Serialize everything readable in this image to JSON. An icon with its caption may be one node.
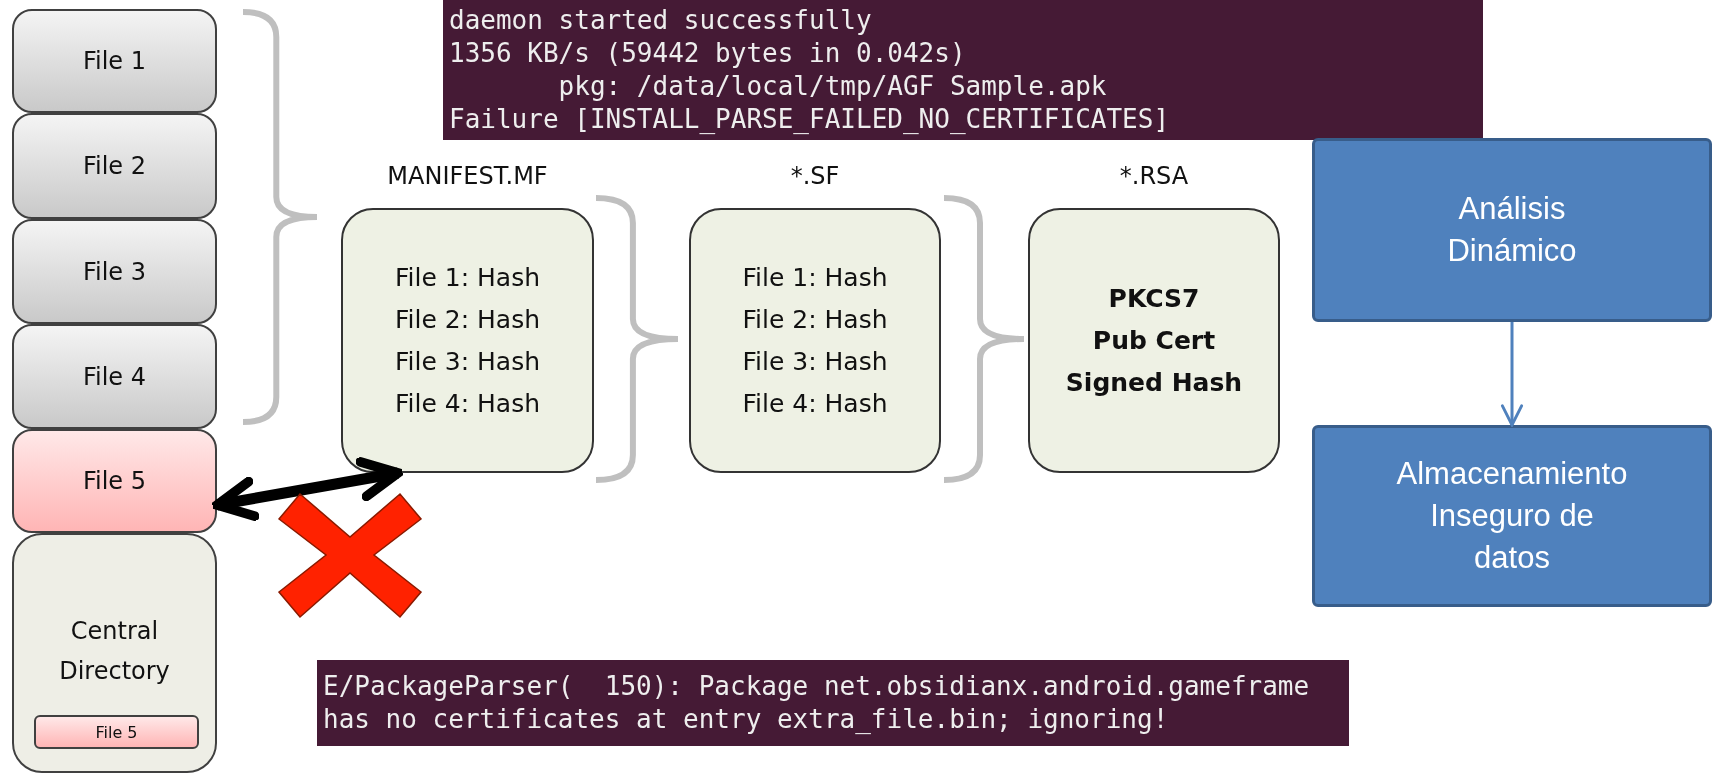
{
  "diagram": {
    "nodes": [
      {
        "text": [
          "File 1"
        ]
      },
      {
        "text": [
          "File 2"
        ]
      },
      {
        "text": [
          "File 3"
        ]
      },
      {
        "text": [
          "File 4"
        ]
      },
      {
        "text": [
          "File 5"
        ]
      },
      {
        "text": [
          "Central Directory"
        ]
      },
      {
        "text": [
          "File 5"
        ],
        "in": 5
      },
      {
        "text": [
          "MANIFEST.MF",
          "File 1: Hash",
          "File 2: Hash",
          "File 3: Hash",
          "File 4: Hash"
        ]
      },
      {
        "text": [
          "*.SF",
          "File 1: Hash",
          "File 2: Hash",
          "File 3: Hash",
          "File 4: Hash"
        ]
      },
      {
        "text": [
          "*.RSA",
          "PKCS7",
          "Pub Cert",
          "Signed Hash"
        ]
      },
      {
        "text": [
          "Análisis Dinámico"
        ]
      },
      {
        "text": [
          "Almacenamiento Inseguro de datos"
        ]
      }
    ],
    "edges": [
      {
        "from": 4,
        "to": 7,
        "arrow": "both",
        "style": "thick",
        "color": "#000000"
      },
      {
        "from": 10,
        "to": 11,
        "arrow": "to",
        "color": "#4f81bd"
      }
    ],
    "labels": [
      "daemon started successfully",
      "1356 KB/s (59442 bytes in 0.042s)",
      "       pkg: /data/local/tmp/AGF Sample.apk",
      "Failure [INSTALL_PARSE_FAILED_NO_CERTIFICATES]",
      "E/PackageParser(  150): Package net.obsidianx.android.gameframe",
      "has no certificates at entry extra_file.bin; ignoring!"
    ]
  }
}
